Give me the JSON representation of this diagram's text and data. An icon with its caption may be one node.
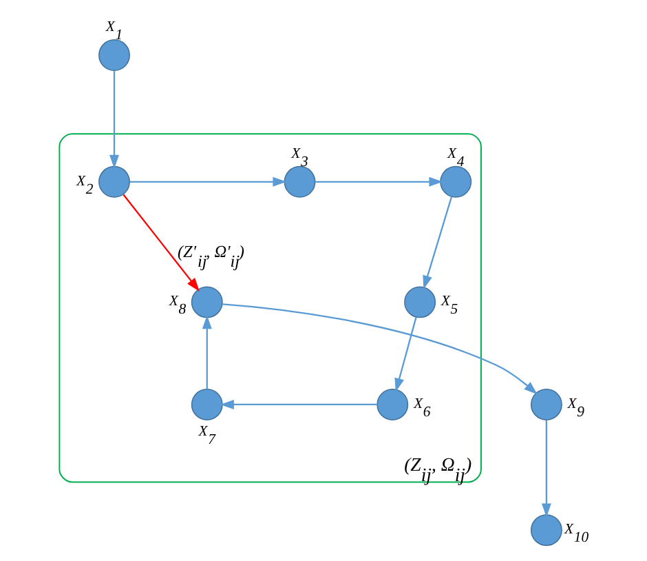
{
  "diagram": {
    "nodes": [
      {
        "text": [],
        "shape": "circle",
        "beside": [
          "X$_{1}$"
        ]
      },
      {
        "text": [
          "(Z$_{ij}$, Ω$_{ij}$)"
        ]
      },
      {
        "text": [],
        "shape": "circle",
        "beside": [
          "X$_{2}$"
        ],
        "in": 1
      },
      {
        "text": [],
        "shape": "circle",
        "beside": [
          "X$_{3}$"
        ],
        "in": 1
      },
      {
        "text": [],
        "shape": "circle",
        "beside": [
          "X$_{4}$"
        ],
        "in": 1
      },
      {
        "text": [],
        "shape": "circle",
        "beside": [
          "X$_{5}$"
        ],
        "in": 1
      },
      {
        "text": [],
        "shape": "circle",
        "beside": [
          "X$_{6}$"
        ],
        "in": 1
      },
      {
        "text": [],
        "shape": "circle",
        "beside": [
          "X$_{7}$"
        ],
        "in": 1
      },
      {
        "text": [],
        "shape": "circle",
        "beside": [
          "X$_{8}$"
        ],
        "in": 1
      },
      {
        "text": [],
        "shape": "circle",
        "beside": [
          "X$_{9}$"
        ]
      },
      {
        "text": [],
        "shape": "circle",
        "beside": [
          "X$_{10}$"
        ]
      }
    ],
    "edges": [
      {
        "from": 0,
        "to": 2,
        "arrow": "to"
      },
      {
        "from": 2,
        "to": 3,
        "arrow": "to"
      },
      {
        "from": 3,
        "to": 4,
        "arrow": "to"
      },
      {
        "from": 4,
        "to": 5,
        "arrow": "to"
      },
      {
        "from": 5,
        "to": 6,
        "arrow": "to"
      },
      {
        "from": 6,
        "to": 7,
        "arrow": "to"
      },
      {
        "from": 7,
        "to": 8,
        "arrow": "to"
      },
      {
        "from": 8,
        "to": 9,
        "arrow": "to"
      },
      {
        "from": 9,
        "to": 10,
        "arrow": "to"
      },
      {
        "from": 2,
        "to": 8,
        "arrow": "to",
        "label": "(Z′$_{ij}$, Ω′$_{ij}$)",
        "color": "#ff0000"
      }
    ]
  }
}
